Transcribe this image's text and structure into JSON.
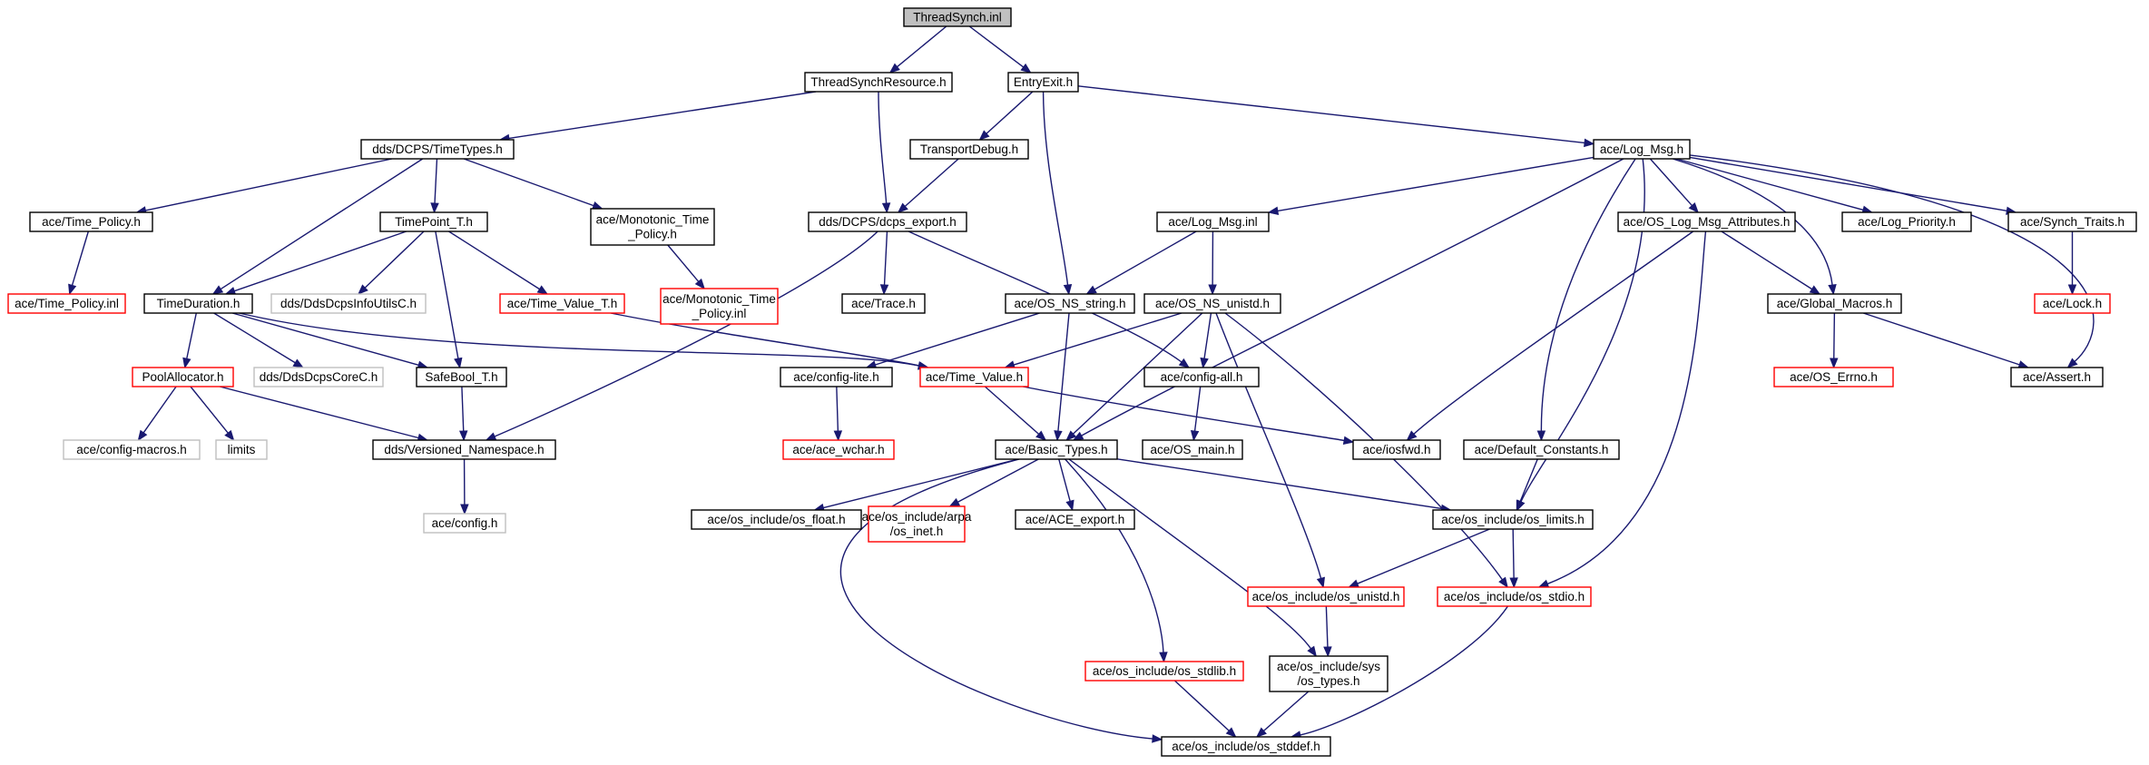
{
  "title": "ThreadSynch.inl",
  "colors": {
    "edge": "#191970",
    "normal": "#000000",
    "red": "#ff0000",
    "gray": "#bfbfbf",
    "root_fill": "#c0c0c0"
  },
  "nodes": [
    {
      "id": "root",
      "lines": [
        "ThreadSynch.inl"
      ],
      "style": "root"
    },
    {
      "id": "tsr",
      "lines": [
        "ThreadSynchResource.h"
      ],
      "style": "normal"
    },
    {
      "id": "ee",
      "lines": [
        "EntryExit.h"
      ],
      "style": "normal"
    },
    {
      "id": "ttypes",
      "lines": [
        "dds/DCPS/TimeTypes.h"
      ],
      "style": "normal"
    },
    {
      "id": "tdebug",
      "lines": [
        "TransportDebug.h"
      ],
      "style": "normal"
    },
    {
      "id": "logmsg",
      "lines": [
        "ace/Log_Msg.h"
      ],
      "style": "normal"
    },
    {
      "id": "tpolicy",
      "lines": [
        "ace/Time_Policy.h"
      ],
      "style": "normal"
    },
    {
      "id": "tpoint",
      "lines": [
        "TimePoint_T.h"
      ],
      "style": "normal"
    },
    {
      "id": "mono",
      "lines": [
        "ace/Monotonic_Time",
        "_Policy.h"
      ],
      "style": "normal"
    },
    {
      "id": "dcpsexp",
      "lines": [
        "dds/DCPS/dcps_export.h"
      ],
      "style": "normal"
    },
    {
      "id": "logmsginl",
      "lines": [
        "ace/Log_Msg.inl"
      ],
      "style": "normal"
    },
    {
      "id": "oslogattr",
      "lines": [
        "ace/OS_Log_Msg_Attributes.h"
      ],
      "style": "normal"
    },
    {
      "id": "logprio",
      "lines": [
        "ace/Log_Priority.h"
      ],
      "style": "normal"
    },
    {
      "id": "synchtr",
      "lines": [
        "ace/Synch_Traits.h"
      ],
      "style": "normal"
    },
    {
      "id": "tpolicyinl",
      "lines": [
        "ace/Time_Policy.inl"
      ],
      "style": "red"
    },
    {
      "id": "tdur",
      "lines": [
        "TimeDuration.h"
      ],
      "style": "normal"
    },
    {
      "id": "ddsinfo",
      "lines": [
        "dds/DdsDcpsInfoUtilsC.h"
      ],
      "style": "gray"
    },
    {
      "id": "tvalt",
      "lines": [
        "ace/Time_Value_T.h"
      ],
      "style": "red"
    },
    {
      "id": "monoinl",
      "lines": [
        "ace/Monotonic_Time",
        "_Policy.inl"
      ],
      "style": "red"
    },
    {
      "id": "trace",
      "lines": [
        "ace/Trace.h"
      ],
      "style": "normal"
    },
    {
      "id": "osnsstr",
      "lines": [
        "ace/OS_NS_string.h"
      ],
      "style": "normal"
    },
    {
      "id": "osnsuni",
      "lines": [
        "ace/OS_NS_unistd.h"
      ],
      "style": "normal"
    },
    {
      "id": "globmac",
      "lines": [
        "ace/Global_Macros.h"
      ],
      "style": "normal"
    },
    {
      "id": "lockh",
      "lines": [
        "ace/Lock.h"
      ],
      "style": "red"
    },
    {
      "id": "poolalloc",
      "lines": [
        "PoolAllocator.h"
      ],
      "style": "red"
    },
    {
      "id": "ddscore",
      "lines": [
        "dds/DdsDcpsCoreC.h"
      ],
      "style": "gray"
    },
    {
      "id": "safebool",
      "lines": [
        "SafeBool_T.h"
      ],
      "style": "normal"
    },
    {
      "id": "cfglite",
      "lines": [
        "ace/config-lite.h"
      ],
      "style": "normal"
    },
    {
      "id": "tval",
      "lines": [
        "ace/Time_Value.h"
      ],
      "style": "red"
    },
    {
      "id": "cfgall",
      "lines": [
        "ace/config-all.h"
      ],
      "style": "normal"
    },
    {
      "id": "oserrno",
      "lines": [
        "ace/OS_Errno.h"
      ],
      "style": "red"
    },
    {
      "id": "assert",
      "lines": [
        "ace/Assert.h"
      ],
      "style": "normal"
    },
    {
      "id": "cfgmacros",
      "lines": [
        "ace/config-macros.h"
      ],
      "style": "gray"
    },
    {
      "id": "limits",
      "lines": [
        "limits"
      ],
      "style": "gray"
    },
    {
      "id": "versns",
      "lines": [
        "dds/Versioned_Namespace.h"
      ],
      "style": "normal"
    },
    {
      "id": "acewchar",
      "lines": [
        "ace/ace_wchar.h"
      ],
      "style": "red"
    },
    {
      "id": "basictypes",
      "lines": [
        "ace/Basic_Types.h"
      ],
      "style": "normal"
    },
    {
      "id": "osmain",
      "lines": [
        "ace/OS_main.h"
      ],
      "style": "normal"
    },
    {
      "id": "iosfwd",
      "lines": [
        "ace/iosfwd.h"
      ],
      "style": "normal"
    },
    {
      "id": "defconst",
      "lines": [
        "ace/Default_Constants.h"
      ],
      "style": "normal"
    },
    {
      "id": "aceconfig",
      "lines": [
        "ace/config.h"
      ],
      "style": "gray"
    },
    {
      "id": "osfloat",
      "lines": [
        "ace/os_include/os_float.h"
      ],
      "style": "normal"
    },
    {
      "id": "osinet",
      "lines": [
        "ace/os_include/arpa",
        "/os_inet.h"
      ],
      "style": "red"
    },
    {
      "id": "aceexp",
      "lines": [
        "ace/ACE_export.h"
      ],
      "style": "normal"
    },
    {
      "id": "oslimits",
      "lines": [
        "ace/os_include/os_limits.h"
      ],
      "style": "normal"
    },
    {
      "id": "osunistd",
      "lines": [
        "ace/os_include/os_unistd.h"
      ],
      "style": "red"
    },
    {
      "id": "osstdio",
      "lines": [
        "ace/os_include/os_stdio.h"
      ],
      "style": "red"
    },
    {
      "id": "osstdlib",
      "lines": [
        "ace/os_include/os_stdlib.h"
      ],
      "style": "red"
    },
    {
      "id": "ostypes",
      "lines": [
        "ace/os_include/sys",
        "/os_types.h"
      ],
      "style": "normal"
    },
    {
      "id": "osstddef",
      "lines": [
        "ace/os_include/os_stddef.h"
      ],
      "style": "normal"
    }
  ],
  "edges": [
    [
      "root",
      "tsr"
    ],
    [
      "root",
      "ee"
    ],
    [
      "tsr",
      "ttypes"
    ],
    [
      "tsr",
      "dcpsexp"
    ],
    [
      "ee",
      "tdebug"
    ],
    [
      "ee",
      "osnsstr"
    ],
    [
      "ee",
      "logmsg"
    ],
    [
      "tdebug",
      "dcpsexp"
    ],
    [
      "ttypes",
      "tpolicy"
    ],
    [
      "ttypes",
      "tpoint"
    ],
    [
      "ttypes",
      "mono"
    ],
    [
      "ttypes",
      "tdur"
    ],
    [
      "tpolicy",
      "tpolicyinl"
    ],
    [
      "tpoint",
      "tdur"
    ],
    [
      "tpoint",
      "ddsinfo"
    ],
    [
      "tpoint",
      "tvalt"
    ],
    [
      "tpoint",
      "safebool"
    ],
    [
      "tvalt",
      "tval"
    ],
    [
      "mono",
      "monoinl"
    ],
    [
      "tdur",
      "poolalloc"
    ],
    [
      "tdur",
      "ddscore"
    ],
    [
      "tdur",
      "safebool"
    ],
    [
      "tdur",
      "tval"
    ],
    [
      "poolalloc",
      "cfgmacros"
    ],
    [
      "poolalloc",
      "limits"
    ],
    [
      "poolalloc",
      "versns"
    ],
    [
      "safebool",
      "versns"
    ],
    [
      "versns",
      "aceconfig"
    ],
    [
      "dcpsexp",
      "trace"
    ],
    [
      "dcpsexp",
      "cfgall"
    ],
    [
      "dcpsexp",
      "versns"
    ],
    [
      "logmsg",
      "logmsginl"
    ],
    [
      "logmsg",
      "oslogattr"
    ],
    [
      "logmsg",
      "logprio"
    ],
    [
      "logmsg",
      "synchtr"
    ],
    [
      "logmsg",
      "globmac"
    ],
    [
      "logmsg",
      "assert"
    ],
    [
      "logmsg",
      "basictypes"
    ],
    [
      "logmsg",
      "defconst"
    ],
    [
      "logmsg",
      "oslimits"
    ],
    [
      "logmsginl",
      "osnsstr"
    ],
    [
      "logmsginl",
      "osnsuni"
    ],
    [
      "oslogattr",
      "globmac"
    ],
    [
      "oslogattr",
      "iosfwd"
    ],
    [
      "oslogattr",
      "osstdio"
    ],
    [
      "synchtr",
      "lockh"
    ],
    [
      "globmac",
      "oserrno"
    ],
    [
      "globmac",
      "assert"
    ],
    [
      "osnsstr",
      "cfglite"
    ],
    [
      "osnsstr",
      "basictypes"
    ],
    [
      "osnsuni",
      "tval"
    ],
    [
      "osnsuni",
      "cfgall"
    ],
    [
      "osnsuni",
      "basictypes"
    ],
    [
      "osnsuni",
      "osunistd"
    ],
    [
      "osnsuni",
      "osstdio"
    ],
    [
      "cfglite",
      "acewchar"
    ],
    [
      "tval",
      "basictypes"
    ],
    [
      "tval",
      "iosfwd"
    ],
    [
      "cfgall",
      "osmain"
    ],
    [
      "defconst",
      "oslimits"
    ],
    [
      "basictypes",
      "osfloat"
    ],
    [
      "basictypes",
      "osinet"
    ],
    [
      "basictypes",
      "aceexp"
    ],
    [
      "basictypes",
      "oslimits"
    ],
    [
      "basictypes",
      "osstdlib"
    ],
    [
      "basictypes",
      "ostypes"
    ],
    [
      "basictypes",
      "osstddef"
    ],
    [
      "oslimits",
      "osunistd"
    ],
    [
      "oslimits",
      "osstdio"
    ],
    [
      "osunistd",
      "ostypes"
    ],
    [
      "osstdio",
      "osstddef"
    ],
    [
      "osstdlib",
      "osstddef"
    ],
    [
      "ostypes",
      "osstddef"
    ]
  ]
}
